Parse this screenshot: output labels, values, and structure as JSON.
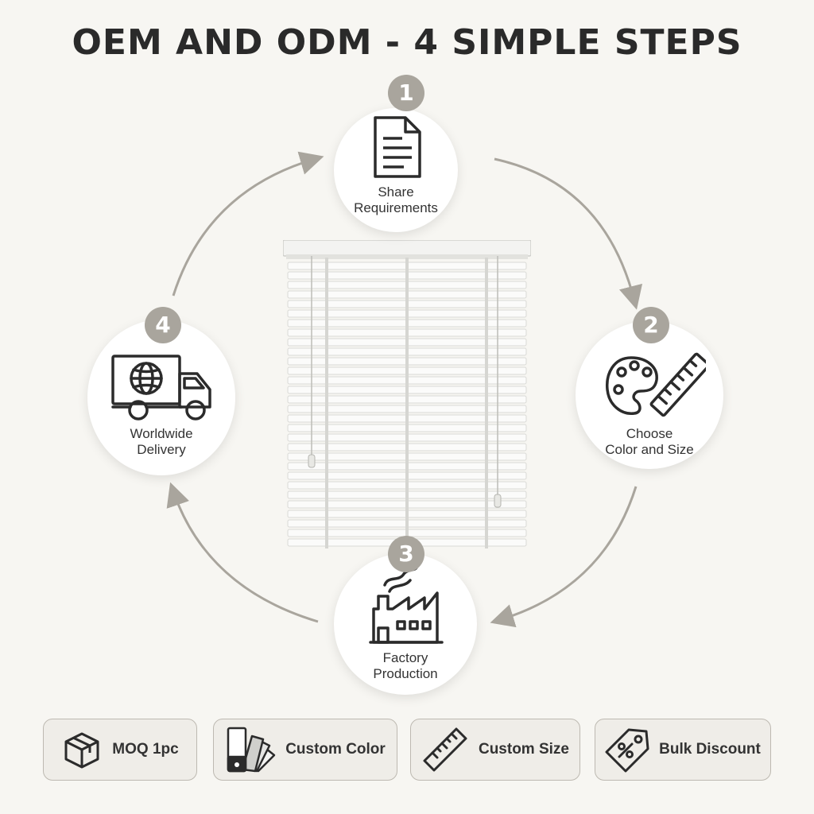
{
  "title": "OEM AND ODM - 4 SIMPLE STEPS",
  "steps": [
    {
      "number": "1",
      "line1": "Share",
      "line2": "Requirements",
      "icon": "document-icon"
    },
    {
      "number": "2",
      "line1": "Choose",
      "line2": "Color and Size",
      "icon": "palette-ruler-icon"
    },
    {
      "number": "3",
      "line1": "Factory",
      "line2": "Production",
      "icon": "factory-icon"
    },
    {
      "number": "4",
      "line1": "Worldwide",
      "line2": "Delivery",
      "icon": "globe-truck-icon"
    }
  ],
  "center_image": "white-venetian-blind",
  "features": [
    {
      "label": "MOQ 1pc",
      "icon": "box-icon"
    },
    {
      "label": "Custom Color",
      "icon": "color-swatch-icon"
    },
    {
      "label": "Custom Size",
      "icon": "ruler-icon"
    },
    {
      "label": "Bulk Discount",
      "icon": "discount-tag-icon"
    }
  ],
  "colors": {
    "background": "#f7f6f2",
    "badge": "#a9a59d",
    "arrow": "#a9a59d",
    "icon_stroke": "#2b2b2b",
    "feature_border": "#bdb9b1"
  }
}
